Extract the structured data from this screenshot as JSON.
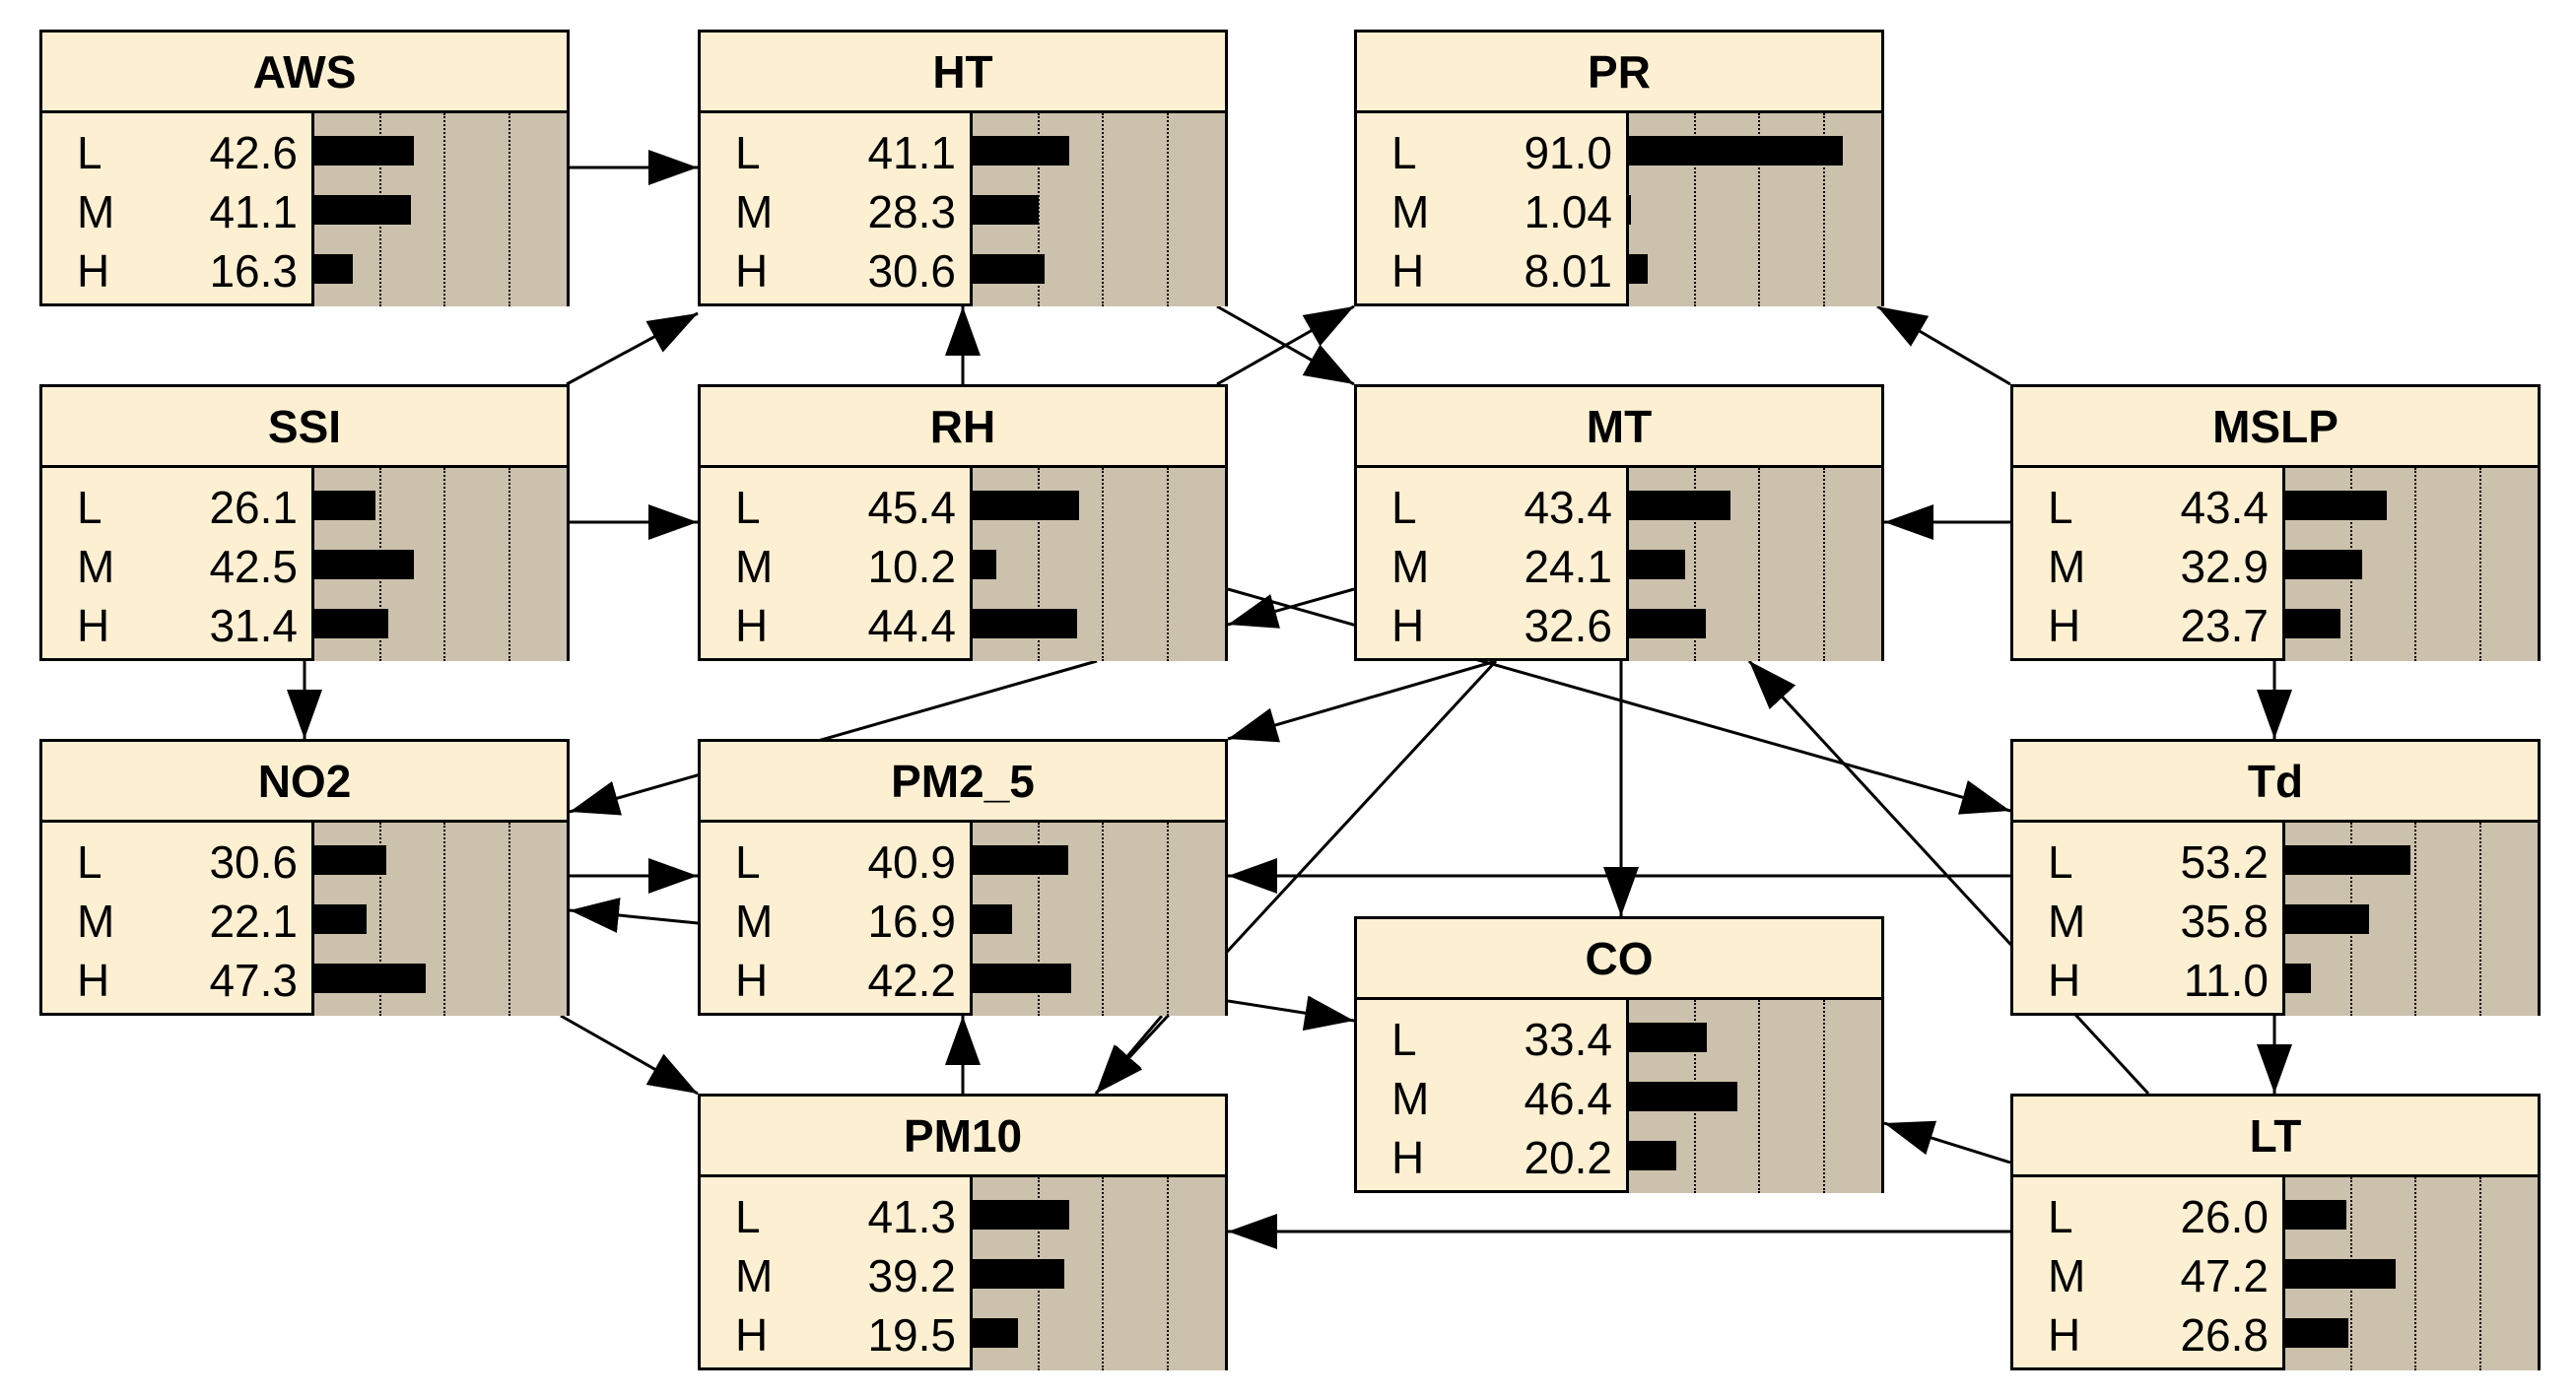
{
  "colors": {
    "node_fill": "#fdf0d2",
    "bar_panel": "#cbc1ac",
    "bar": "#000000",
    "line": "#000000"
  },
  "nodes": [
    {
      "id": "AWS",
      "title": "AWS",
      "states": [
        {
          "label": "L",
          "value": "42.6"
        },
        {
          "label": "M",
          "value": "41.1"
        },
        {
          "label": "H",
          "value": "16.3"
        }
      ]
    },
    {
      "id": "HT",
      "title": "HT",
      "states": [
        {
          "label": "L",
          "value": "41.1"
        },
        {
          "label": "M",
          "value": "28.3"
        },
        {
          "label": "H",
          "value": "30.6"
        }
      ]
    },
    {
      "id": "PR",
      "title": "PR",
      "states": [
        {
          "label": "L",
          "value": "91.0"
        },
        {
          "label": "M",
          "value": "1.04"
        },
        {
          "label": "H",
          "value": "8.01"
        }
      ]
    },
    {
      "id": "SSI",
      "title": "SSI",
      "states": [
        {
          "label": "L",
          "value": "26.1"
        },
        {
          "label": "M",
          "value": "42.5"
        },
        {
          "label": "H",
          "value": "31.4"
        }
      ]
    },
    {
      "id": "RH",
      "title": "RH",
      "states": [
        {
          "label": "L",
          "value": "45.4"
        },
        {
          "label": "M",
          "value": "10.2"
        },
        {
          "label": "H",
          "value": "44.4"
        }
      ]
    },
    {
      "id": "MT",
      "title": "MT",
      "states": [
        {
          "label": "L",
          "value": "43.4"
        },
        {
          "label": "M",
          "value": "24.1"
        },
        {
          "label": "H",
          "value": "32.6"
        }
      ]
    },
    {
      "id": "MSLP",
      "title": "MSLP",
      "states": [
        {
          "label": "L",
          "value": "43.4"
        },
        {
          "label": "M",
          "value": "32.9"
        },
        {
          "label": "H",
          "value": "23.7"
        }
      ]
    },
    {
      "id": "NO2",
      "title": "NO2",
      "states": [
        {
          "label": "L",
          "value": "30.6"
        },
        {
          "label": "M",
          "value": "22.1"
        },
        {
          "label": "H",
          "value": "47.3"
        }
      ]
    },
    {
      "id": "PM2_5",
      "title": "PM2_5",
      "states": [
        {
          "label": "L",
          "value": "40.9"
        },
        {
          "label": "M",
          "value": "16.9"
        },
        {
          "label": "H",
          "value": "42.2"
        }
      ]
    },
    {
      "id": "Td",
      "title": "Td",
      "states": [
        {
          "label": "L",
          "value": "53.2"
        },
        {
          "label": "M",
          "value": "35.8"
        },
        {
          "label": "H",
          "value": "11.0"
        }
      ]
    },
    {
      "id": "CO",
      "title": "CO",
      "states": [
        {
          "label": "L",
          "value": "33.4"
        },
        {
          "label": "M",
          "value": "46.4"
        },
        {
          "label": "H",
          "value": "20.2"
        }
      ]
    },
    {
      "id": "PM10",
      "title": "PM10",
      "states": [
        {
          "label": "L",
          "value": "41.3"
        },
        {
          "label": "M",
          "value": "39.2"
        },
        {
          "label": "H",
          "value": "19.5"
        }
      ]
    },
    {
      "id": "LT",
      "title": "LT",
      "states": [
        {
          "label": "L",
          "value": "26.0"
        },
        {
          "label": "M",
          "value": "47.2"
        },
        {
          "label": "H",
          "value": "26.8"
        }
      ]
    }
  ],
  "edges": [
    {
      "from": "AWS",
      "to": "HT"
    },
    {
      "from": "SSI",
      "to": "HT"
    },
    {
      "from": "RH",
      "to": "HT"
    },
    {
      "from": "HT",
      "to": "MT"
    },
    {
      "from": "RH",
      "to": "PR"
    },
    {
      "from": "MSLP",
      "to": "PR"
    },
    {
      "from": "SSI",
      "to": "RH"
    },
    {
      "from": "MSLP",
      "to": "MT"
    },
    {
      "from": "SSI",
      "to": "NO2"
    },
    {
      "from": "RH",
      "to": "Td"
    },
    {
      "from": "MT",
      "to": "RH"
    },
    {
      "from": "RH",
      "to": "NO2"
    },
    {
      "from": "MT",
      "to": "PM2_5"
    },
    {
      "from": "MT",
      "to": "PM10"
    },
    {
      "from": "MT",
      "to": "CO"
    },
    {
      "from": "MSLP",
      "to": "Td"
    },
    {
      "from": "NO2",
      "to": "PM2_5"
    },
    {
      "from": "PM2_5",
      "to": "NO2"
    },
    {
      "from": "Td",
      "to": "PM2_5"
    },
    {
      "from": "PM10",
      "to": "PM2_5"
    },
    {
      "from": "NO2",
      "to": "PM10"
    },
    {
      "from": "PM2_5",
      "to": "CO"
    },
    {
      "from": "Td",
      "to": "LT"
    },
    {
      "from": "LT",
      "to": "MT"
    },
    {
      "from": "LT",
      "to": "CO"
    },
    {
      "from": "LT",
      "to": "PM10"
    },
    {
      "from": "MT",
      "to": "PM10"
    }
  ]
}
